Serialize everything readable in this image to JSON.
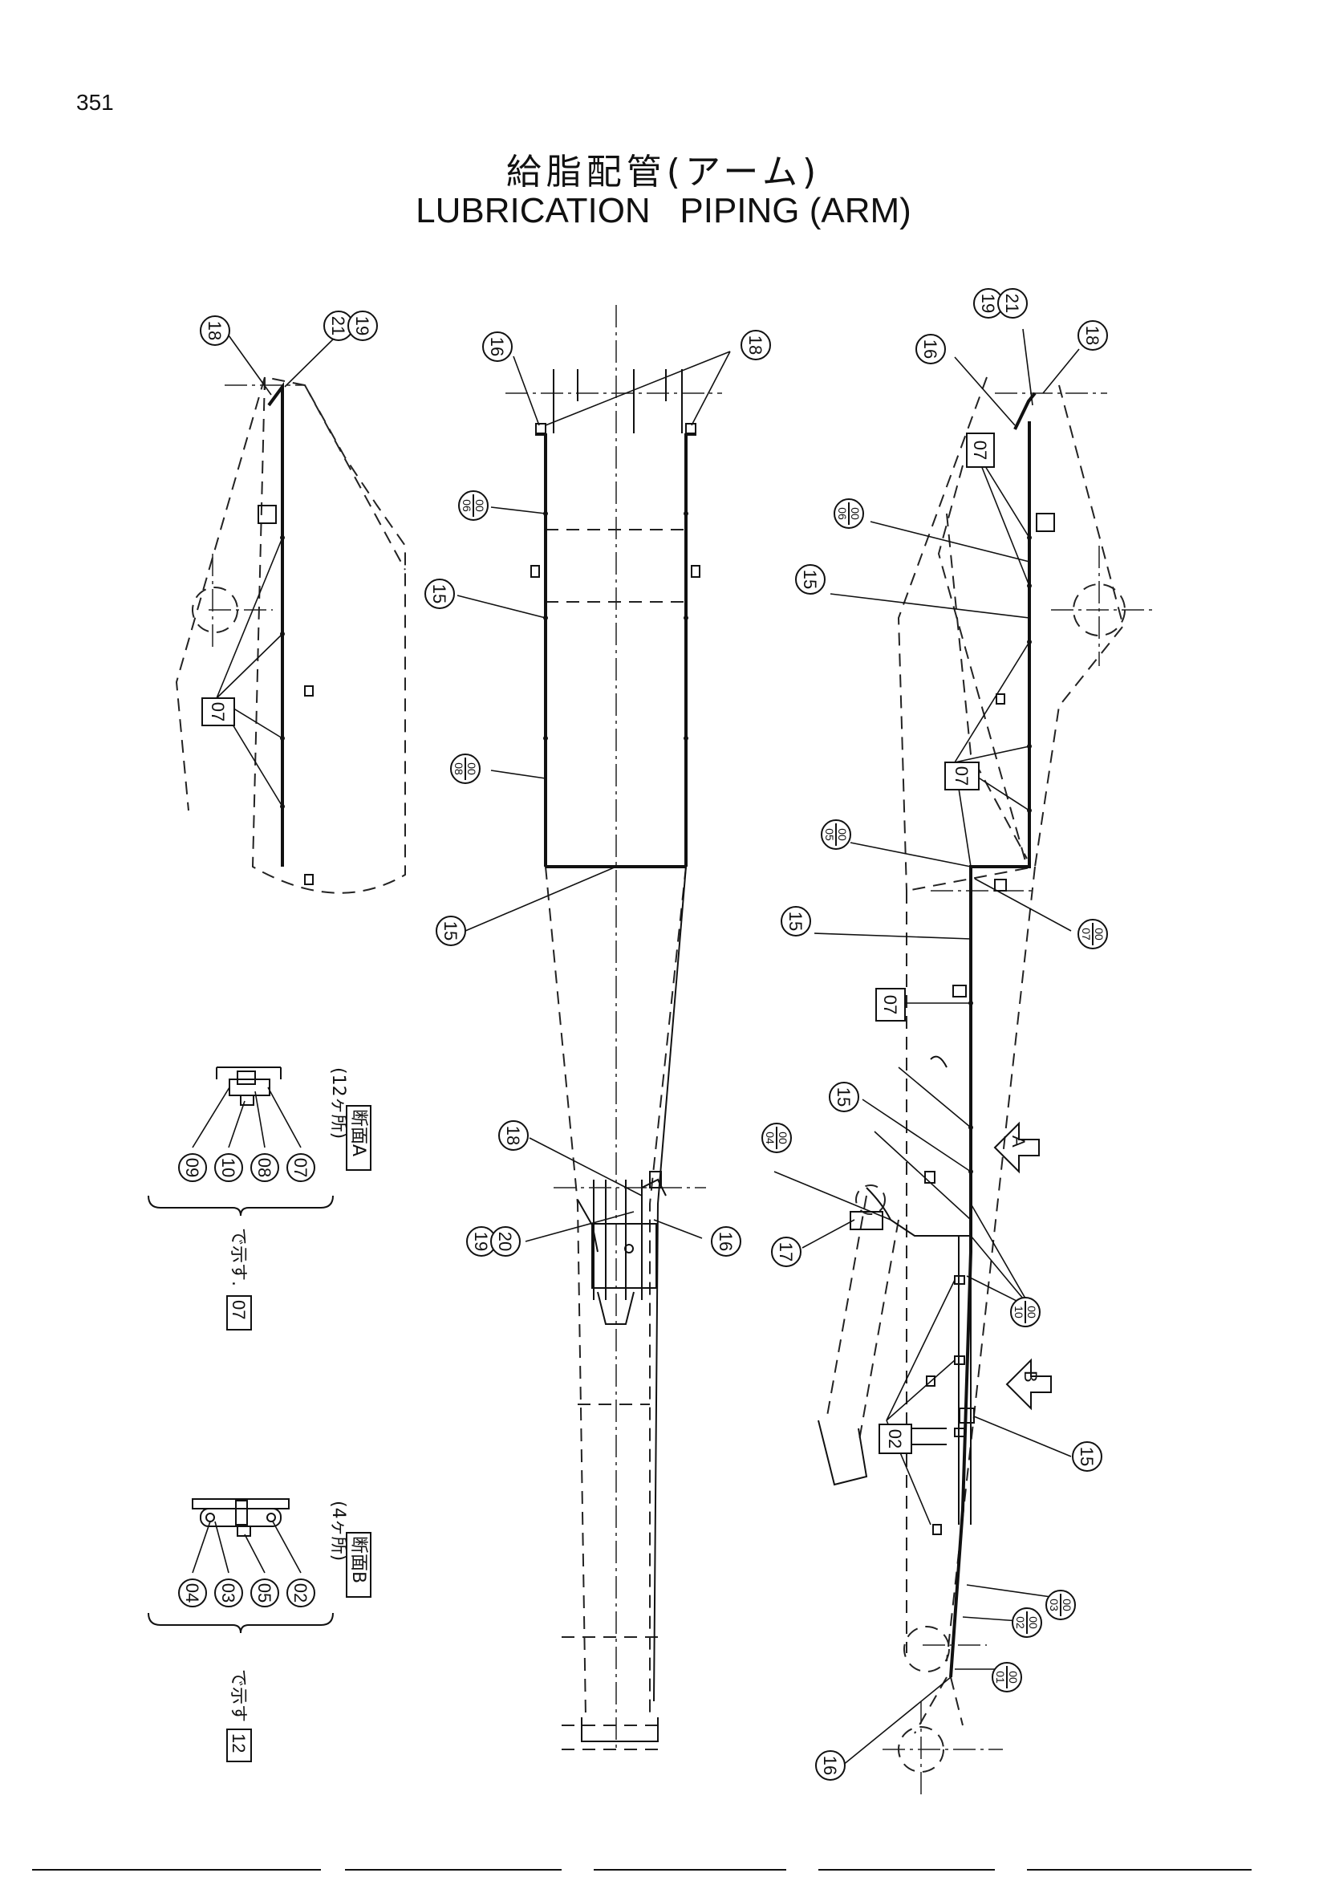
{
  "page_number": "351",
  "title_jp": "給脂配管(アーム)",
  "title_en": "LUBRICATION   PIPING (ARM)",
  "labels": {
    "p18a": "18",
    "p21a": "21",
    "p19a": "19",
    "p07a": "07",
    "p16b": "16",
    "p18b": "18",
    "p06b": "06",
    "p15b": "15",
    "p08b": "08",
    "p15c": "15",
    "p18c": "18",
    "p19c": "19",
    "p20c": "20",
    "p16c": "16",
    "p19d": "19",
    "p21d": "21",
    "p16d": "16",
    "p18d": "18",
    "p07d": "07",
    "p06d": "06",
    "p15d": "15",
    "p07e": "07",
    "p05d": "05",
    "p07f": "07",
    "p15e": "15",
    "p07g": "07",
    "p15f": "15",
    "p04d": "04",
    "p17d": "17",
    "p10d": "10",
    "p02d": "02",
    "p15g": "15",
    "p03d": "03",
    "p02e": "02",
    "p01d": "01",
    "p16e": "16"
  },
  "section_a": {
    "items": [
      "09",
      "10",
      "08",
      "07"
    ],
    "count_note": "(12ヶ所)",
    "section_label": "断面A",
    "tag": "07",
    "caption": "で示す."
  },
  "section_b": {
    "items": [
      "04",
      "03",
      "05",
      "02"
    ],
    "count_note": "(4ヶ所)",
    "section_label": "断面B",
    "tag": "12",
    "caption": "で示す"
  },
  "markers": {
    "a": "A",
    "b": "B"
  },
  "pair_prefix": "00"
}
